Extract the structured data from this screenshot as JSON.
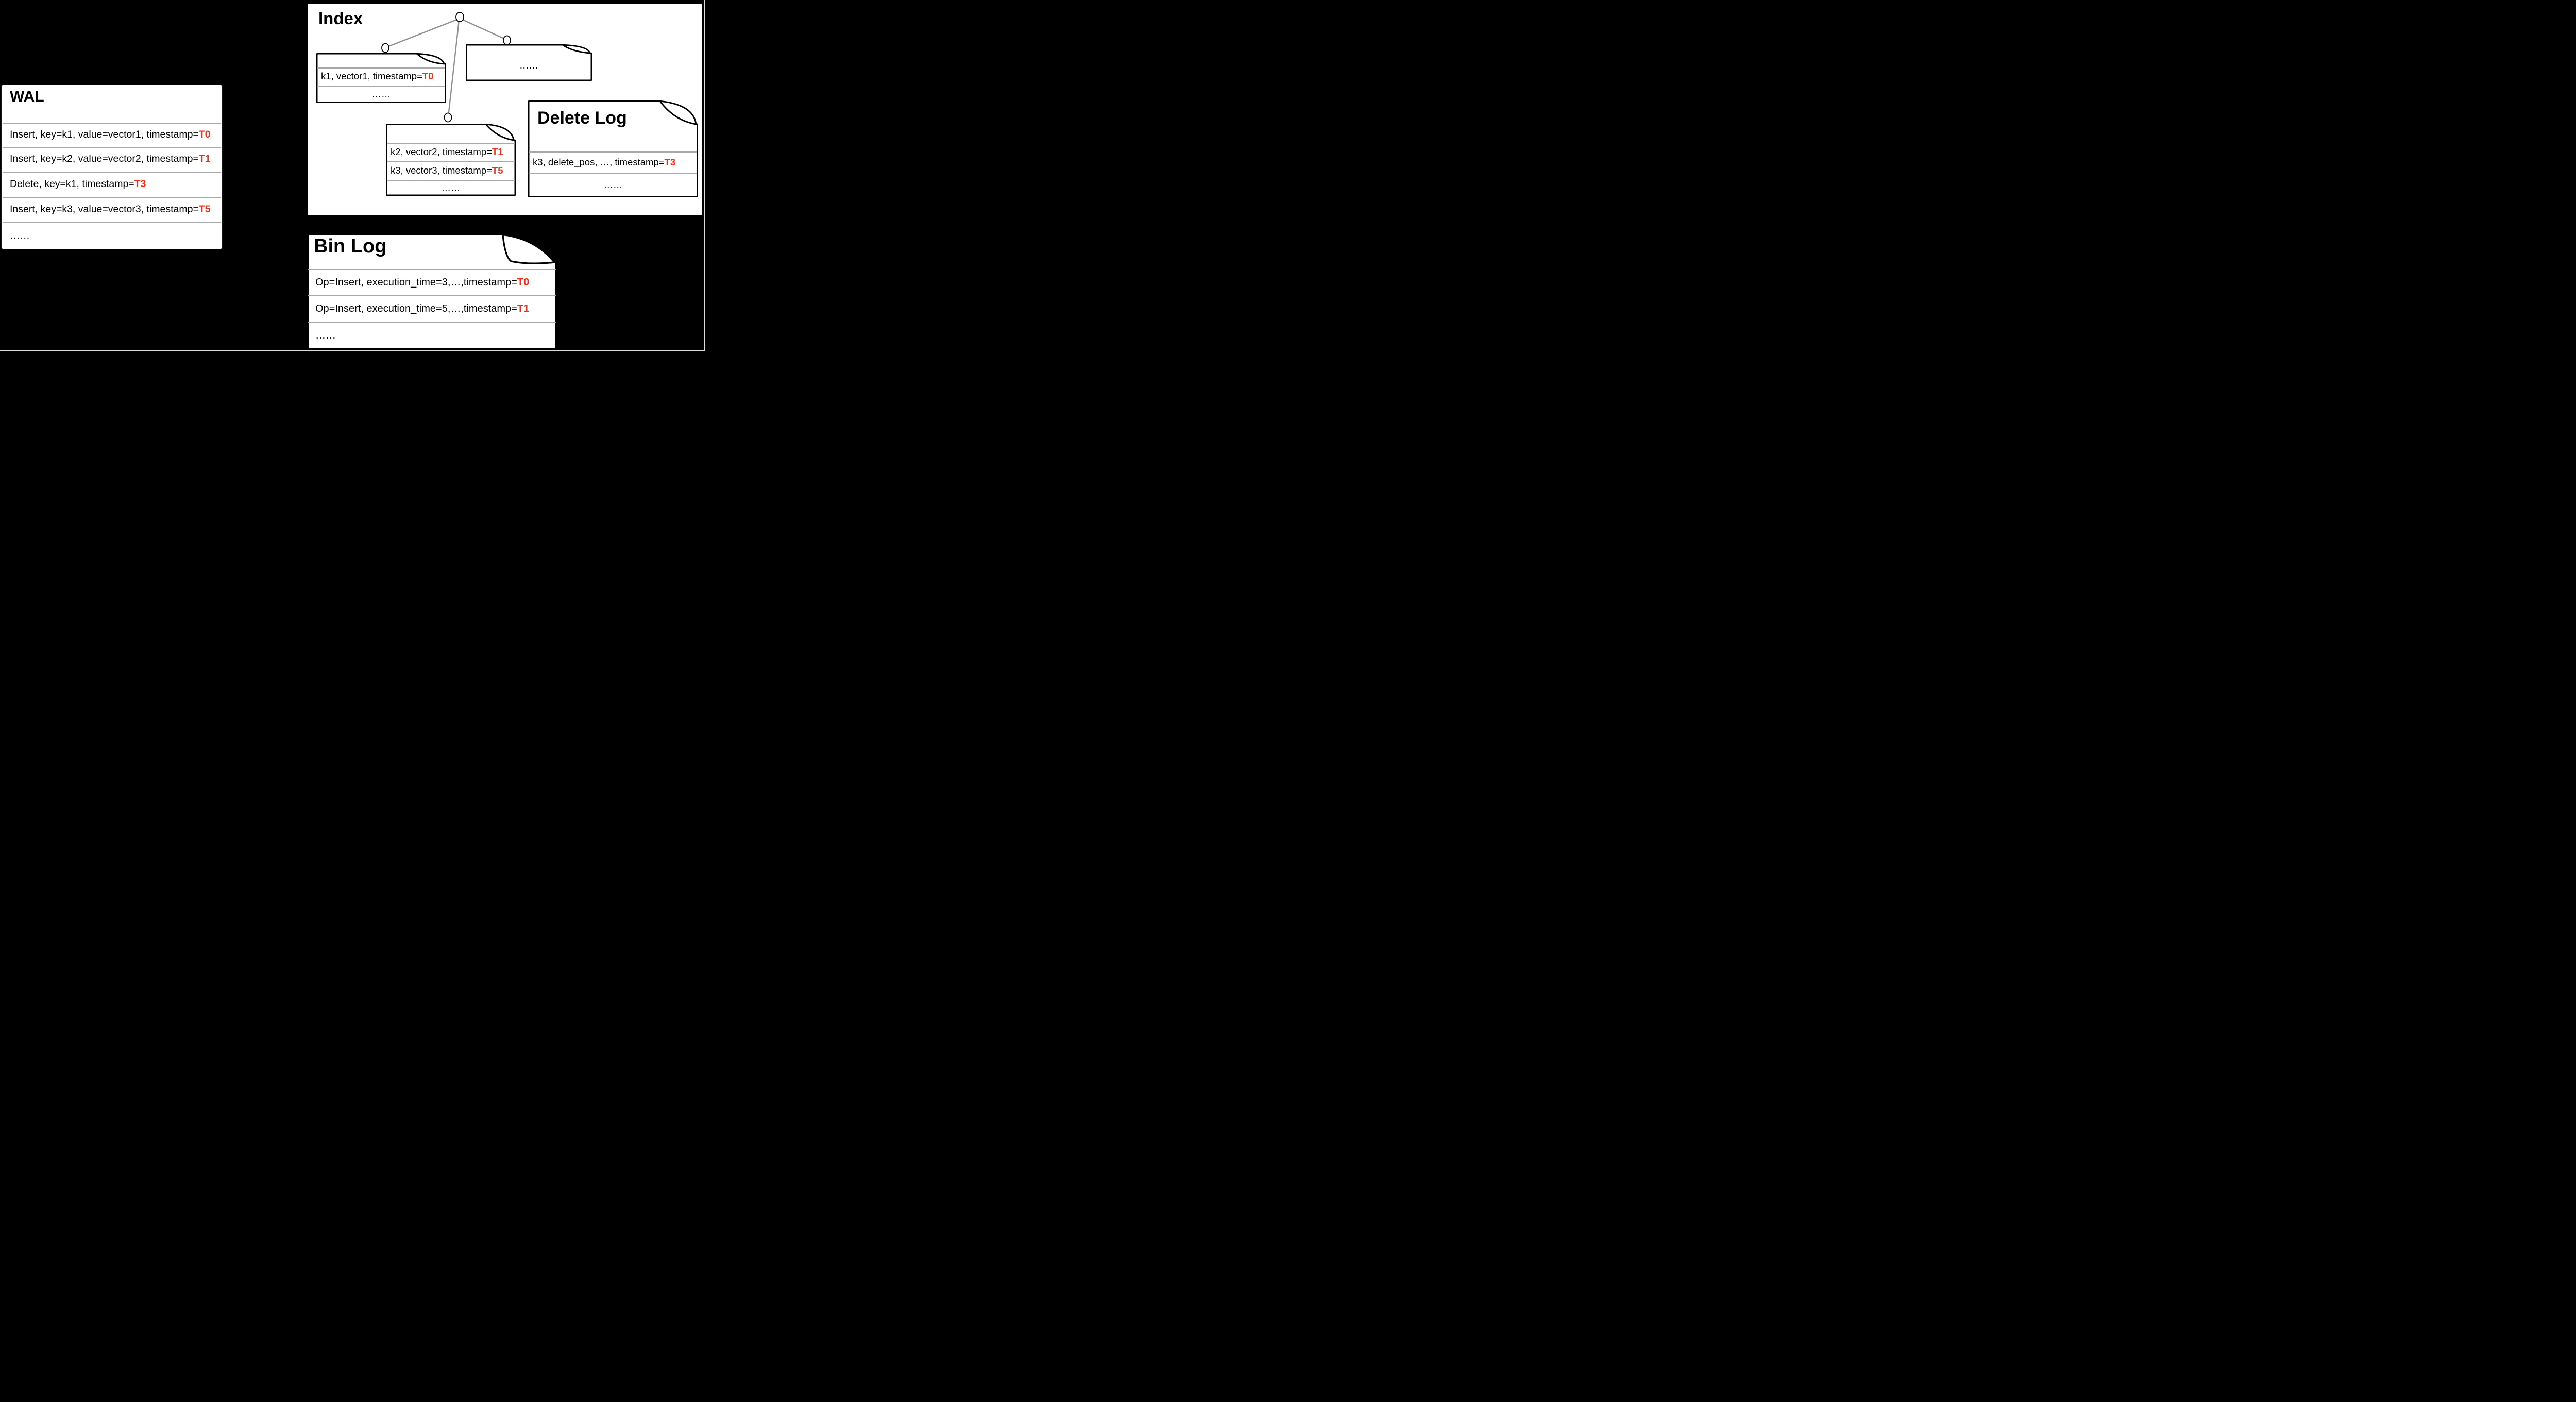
{
  "palette": {
    "bg": "#000000",
    "paper": "#ffffff",
    "ink": "#000000",
    "accent": "#fd2a12",
    "separator": "#a8a8a8",
    "tree-edge": "#8f8f8f",
    "wal-border": "#161616"
  },
  "wal": {
    "title": "WAL",
    "rows": [
      {
        "pre": "Insert, key=k1, value=vector1, timestamp=",
        "ts": "T0"
      },
      {
        "pre": "Insert, key=k2, value=vector2, timestamp=",
        "ts": "T1"
      },
      {
        "pre": "Delete, key=k1, timestamp=",
        "ts": "T3"
      },
      {
        "pre": "Insert, key=k3, value=vector3, timestamp=",
        "ts": "T5"
      }
    ],
    "more": "……"
  },
  "index": {
    "title": "Index",
    "node_left": {
      "row": {
        "pre": "k1, vector1, timestamp=",
        "ts": "T0"
      },
      "more": "……"
    },
    "node_right": {
      "more": "……"
    },
    "node_middle": {
      "rows": [
        {
          "pre": "k2, vector2, timestamp=",
          "ts": "T1"
        },
        {
          "pre": "k3, vector3, timestamp=",
          "ts": "T5"
        }
      ],
      "more": "……"
    }
  },
  "delete_log": {
    "title": "Delete Log",
    "row": {
      "pre": "k3, delete_pos, …, timestamp=",
      "ts": "T3"
    },
    "more": "……"
  },
  "bin_log": {
    "title": "Bin Log",
    "rows": [
      {
        "pre": "Op=Insert, execution_time=3,…,timestamp=",
        "ts": "T0"
      },
      {
        "pre": "Op=Insert, execution_time=5,…,timestamp=",
        "ts": "T1"
      }
    ],
    "more": "……"
  }
}
